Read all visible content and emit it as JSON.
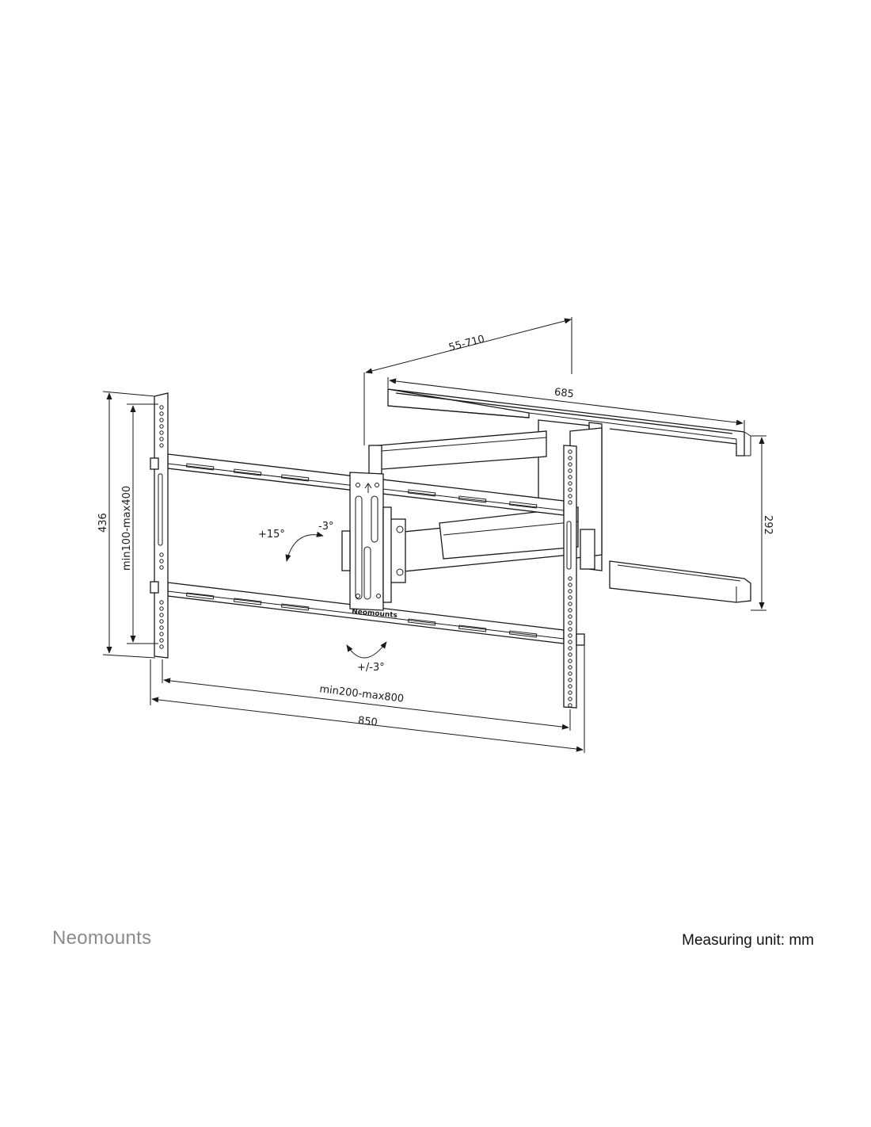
{
  "dimensions": {
    "depth": "55-710",
    "wall_plate_width": "685",
    "wall_plate_height": "292",
    "total_height": "436",
    "vesa_vertical": "min100-max400",
    "vesa_horizontal": "min200-max800",
    "total_width": "850"
  },
  "tilt": {
    "up": "+15°",
    "down": "-3°",
    "rotation": "+/-3°"
  },
  "device_label": "Neomounts",
  "footer": {
    "brand": "Neomounts",
    "measuring_unit": "Measuring unit: mm"
  },
  "colors": {
    "line": "#1a1a1a",
    "brand_gray": "#8a8a8a"
  }
}
